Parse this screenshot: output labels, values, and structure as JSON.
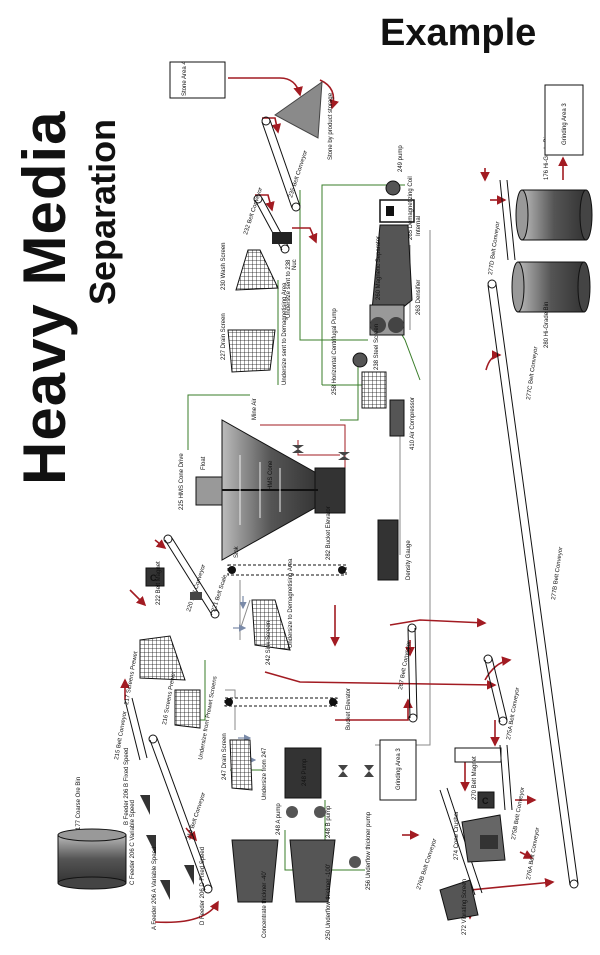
{
  "header": {
    "example": "Example"
  },
  "title": {
    "line1": "Heavy Media",
    "line2": "Separation"
  },
  "colors": {
    "red": "#a21b22",
    "green": "#3a7d2a",
    "gray": "#8a8a8a",
    "black": "#111111"
  },
  "labels": {
    "stone_area": "Stone Area 4",
    "stone_storage": "Stone by product storage",
    "c235": "235 Belt Conveyor",
    "c232": "232 Belt Conveyor",
    "mag249": "249 pump",
    "coil265": "265 Demagnetizing Coil",
    "internal": "Internal",
    "densifier263": "263 Densifier",
    "magsep260": "260 Magnetic Separator",
    "wash230": "230 Wash Screen",
    "under238": "Undersize sent to 238",
    "drain227": "227 Drain Screen",
    "under_demag": "Undersize sent to Demagnetising Area",
    "pump258": "258 Horizontal Centrifugal Pump",
    "steel238": "238 Steel Screen",
    "air410": "410 Air Compressor",
    "float": "Float",
    "mine_air": "Mine Air",
    "hms_cone": "HMS Cone",
    "cone_drive": "225 HMS Cone Drive",
    "sink": "Sink",
    "elev282": "282 Bucket Elevator",
    "density": "Density Gauge",
    "magnet222": "222 Belt Magnet",
    "c220": "220 Belt Conveyor",
    "scale221": "221 Belt Scale",
    "sink242": "242 Sink Screen",
    "under_demag2": "Undersize to Demagnetising Area",
    "prewet217": "217 Screens Prewet",
    "prewet216": "216 Screens Prewet",
    "under_prewet": "Undersize from Prewet Screens",
    "c215": "215 Belt Conveyor",
    "c267": "267 Belt Conveyor",
    "bucket_elev": "Bucket Elevator",
    "drain247": "247 Drain Screen",
    "under247": "Undersize from 247",
    "pump248": "248 Pump",
    "grind3b": "Grinding Area 3",
    "pump248a": "248 A pump",
    "pump248b": "248 B pump",
    "underflow_pump": "256 Underflow thickner pump",
    "thick_con": "Concentrate thickner -40'",
    "thick_under": "250 Underflow thickner -100'",
    "bin177": "177 Coarse Ore Bin",
    "feedB": "B Feeder 206 B Fixed Speed",
    "feedC": "C Feeder 206 C Variable Speed",
    "feedA": "A Feeder 206 A Variable Speed",
    "feedD": "D Feeder 206 D Fixed Speed",
    "c214": "214 Belt Conveyor",
    "c276B": "276B Belt Conveyor",
    "vib272": "272 Vibrating Screen",
    "crusher274": "274 Cone Crusher",
    "magnet270": "270 Belt Magnet",
    "c275B": "275B Belt Conveyor",
    "c276A": "276A Belt Conveyor",
    "c275A": "275A Belt Conveyor",
    "c277B": "277B Belt Conveyor",
    "c277C": "277C Belt Conveyor",
    "c277D": "277D Belt Conveyor",
    "bin176": "176 Hi-Grade Bin",
    "bin280": "280 Hi-Grade Bin",
    "grind3a": "Grinding Area 3",
    "nuc": "Nuc",
    "magC": "C"
  }
}
